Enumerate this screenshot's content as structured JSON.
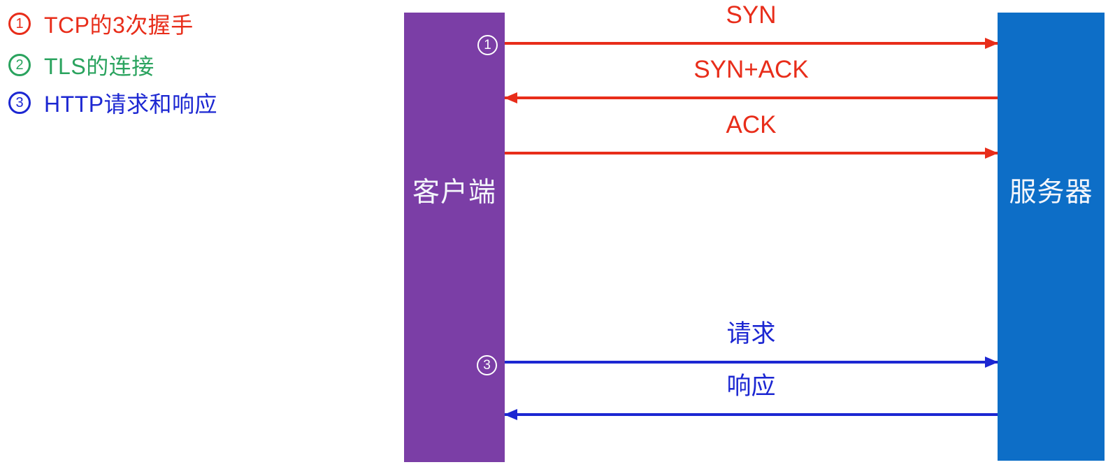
{
  "legend": {
    "items": [
      {
        "number": "1",
        "label": "TCP的3次握手",
        "color": "#E82D1A"
      },
      {
        "number": "2",
        "label": "TLS的连接",
        "color": "#2AA35E"
      },
      {
        "number": "3",
        "label": "HTTP请求和响应",
        "color": "#1C27D2"
      }
    ]
  },
  "actors": {
    "client": {
      "label": "客户端",
      "color": "#7B3EA6"
    },
    "server": {
      "label": "服务器",
      "color": "#0D6EC7"
    }
  },
  "markers": {
    "step1": "1",
    "step3": "3"
  },
  "messages": [
    {
      "label": "SYN",
      "from": "client",
      "to": "server",
      "direction": "right",
      "color": "#E82D1A"
    },
    {
      "label": "SYN+ACK",
      "from": "server",
      "to": "client",
      "direction": "left",
      "color": "#E82D1A"
    },
    {
      "label": "ACK",
      "from": "client",
      "to": "server",
      "direction": "right",
      "color": "#E82D1A"
    },
    {
      "label": "请求",
      "from": "client",
      "to": "server",
      "direction": "right",
      "color": "#1C27D2"
    },
    {
      "label": "响应",
      "from": "server",
      "to": "client",
      "direction": "left",
      "color": "#1C27D2"
    }
  ]
}
